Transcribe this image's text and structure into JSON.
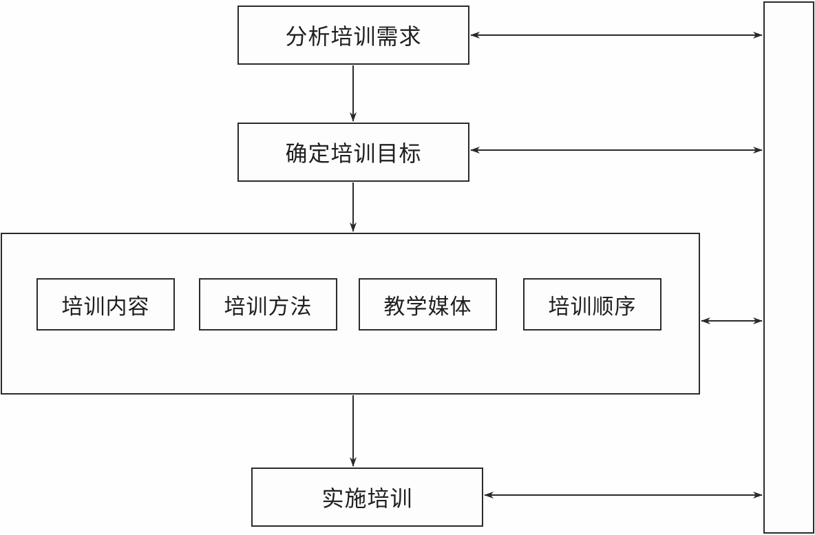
{
  "diagram": {
    "steps": {
      "analyze": "分析培训需求",
      "objectives": "确定培训目标",
      "implement": "实施培训"
    },
    "design_items": [
      "培训内容",
      "培训方法",
      "教学媒体",
      "培训顺序"
    ]
  },
  "colors": {
    "stroke": "#2a2a2a",
    "background": "#fdfdfd"
  }
}
